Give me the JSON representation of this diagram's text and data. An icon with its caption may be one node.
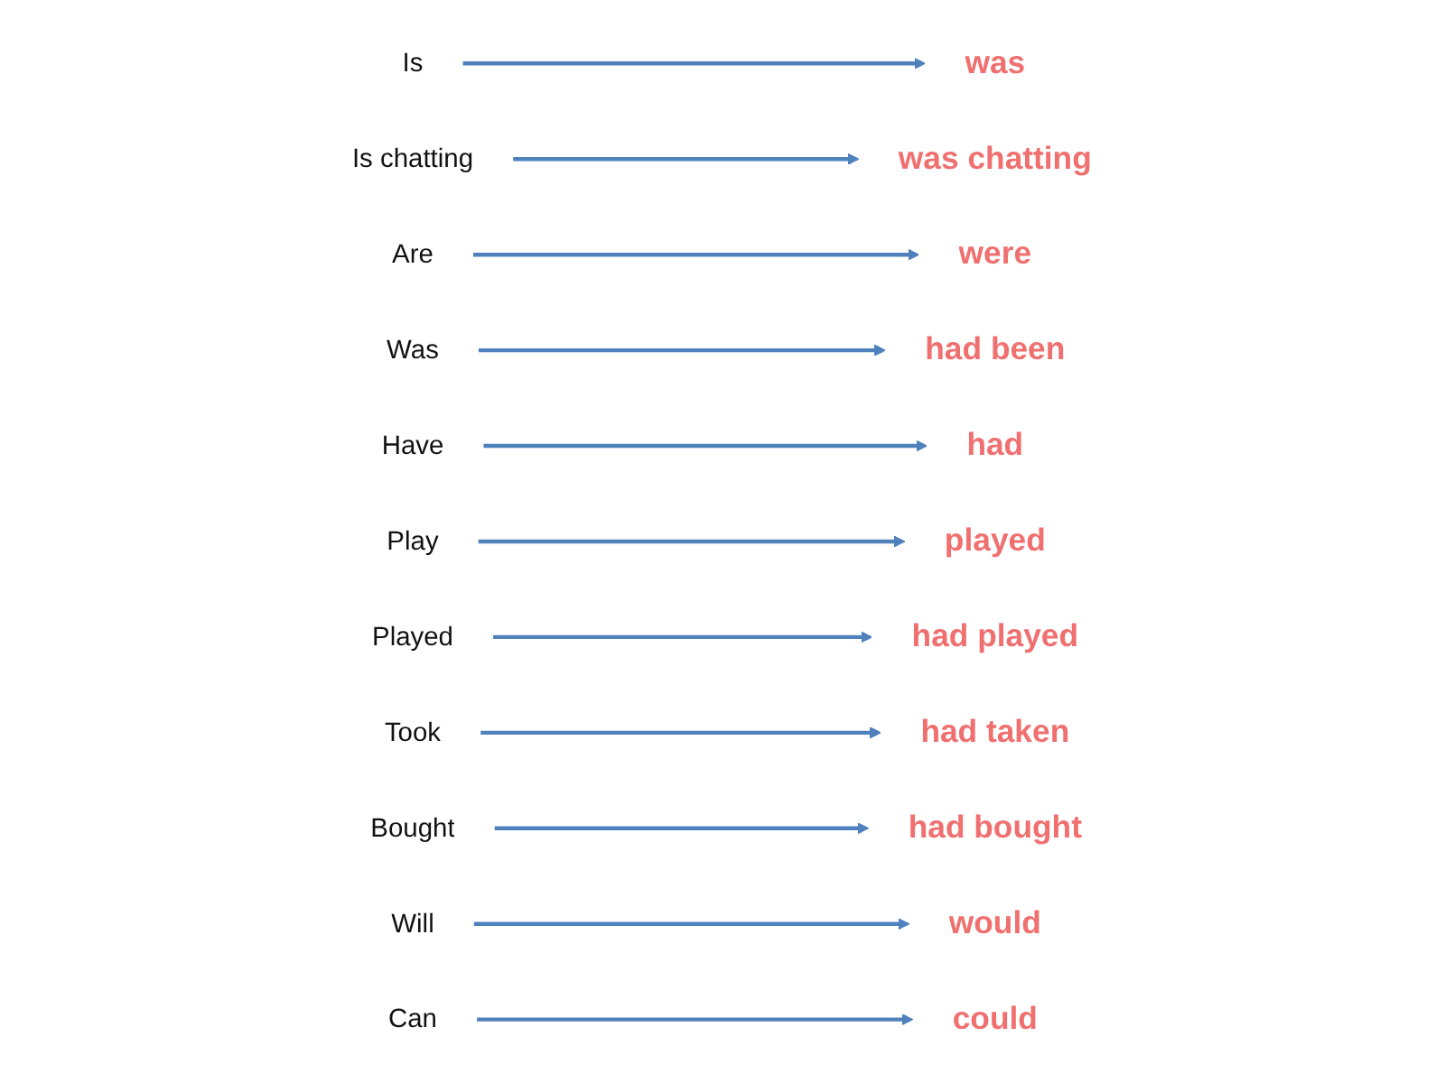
{
  "diagram": {
    "nodes": [
      {
        "text": [
          "Is"
        ]
      },
      {
        "text": [
          "Is chatting"
        ]
      },
      {
        "text": [
          "Are"
        ]
      },
      {
        "text": [
          "Was"
        ]
      },
      {
        "text": [
          "Have"
        ]
      },
      {
        "text": [
          "Play"
        ]
      },
      {
        "text": [
          "Played"
        ]
      },
      {
        "text": [
          "Took"
        ]
      },
      {
        "text": [
          "Bought"
        ]
      },
      {
        "text": [
          "Will"
        ]
      },
      {
        "text": [
          "Can"
        ]
      },
      {
        "text": [
          "was"
        ]
      },
      {
        "text": [
          "was chatting"
        ]
      },
      {
        "text": [
          "were"
        ]
      },
      {
        "text": [
          "had been"
        ]
      },
      {
        "text": [
          "had"
        ]
      },
      {
        "text": [
          "played"
        ]
      },
      {
        "text": [
          "had played"
        ]
      },
      {
        "text": [
          "had taken"
        ]
      },
      {
        "text": [
          "had bought"
        ]
      },
      {
        "text": [
          "would"
        ]
      },
      {
        "text": [
          "could"
        ]
      }
    ],
    "edges": [
      {
        "from": 0,
        "to": 11,
        "arrow": "to"
      },
      {
        "from": 1,
        "to": 12,
        "arrow": "to"
      },
      {
        "from": 2,
        "to": 13,
        "arrow": "to"
      },
      {
        "from": 3,
        "to": 14,
        "arrow": "to"
      },
      {
        "from": 4,
        "to": 15,
        "arrow": "to"
      },
      {
        "from": 5,
        "to": 16,
        "arrow": "to"
      },
      {
        "from": 6,
        "to": 17,
        "arrow": "to"
      },
      {
        "from": 7,
        "to": 18,
        "arrow": "to"
      },
      {
        "from": 8,
        "to": 19,
        "arrow": "to"
      },
      {
        "from": 9,
        "to": 20,
        "arrow": "to"
      },
      {
        "from": 10,
        "to": 21,
        "arrow": "to"
      }
    ]
  }
}
